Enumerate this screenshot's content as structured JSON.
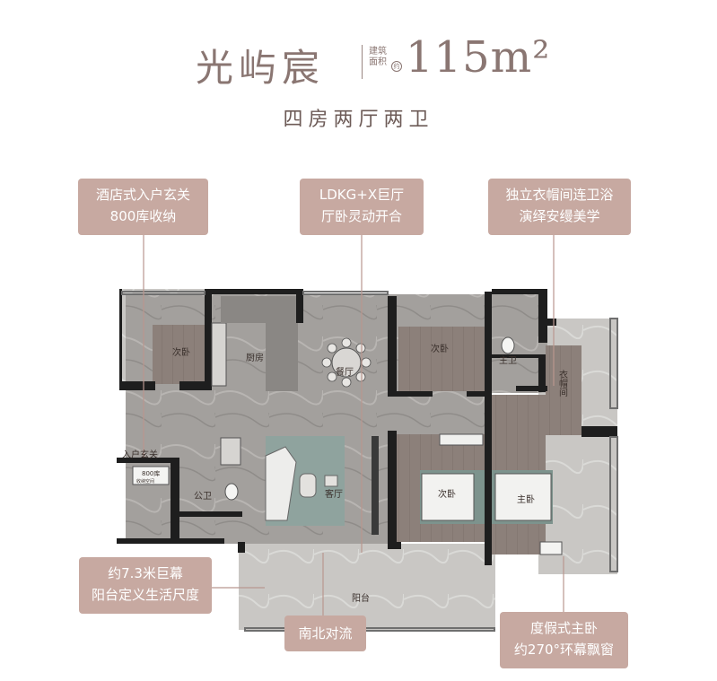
{
  "header": {
    "name": "光屿宸",
    "area_label": "建筑面积",
    "area_unit_mark": "约",
    "area_value": "115m²",
    "subtitle": "四房两厅两卫"
  },
  "callouts": {
    "entry": [
      "酒店式入户玄关",
      "800库收纳"
    ],
    "living": [
      "LDKG+X巨厅",
      "厅卧灵动开合"
    ],
    "closet": [
      "独立衣帽间连卫浴",
      "演绎安缦美学"
    ],
    "balcony": [
      "约7.3米巨幕",
      "阳台定义生活尺度"
    ],
    "airflow": [
      "南北对流"
    ],
    "master": [
      "度假式主卧",
      "约270°环幕飘窗"
    ]
  },
  "rooms": {
    "bedroom_left": "次卧",
    "kitchen": "厨房",
    "dining": "餐厅",
    "bedroom_mid": "次卧",
    "master_bath": "主卫",
    "closet": "衣帽间",
    "entry": "入户玄关",
    "storage": "800库",
    "storage_sub": "收纳空间",
    "public_bath": "公卫",
    "living": "客厅",
    "bedroom_right": "次卧",
    "master_bed": "主卧",
    "balcony": "阳台"
  },
  "colors": {
    "callout_bg": "#c7a9a1",
    "callout_text": "#ffffff",
    "floor_stone": "#9e9c99",
    "wall": "#1e1e1e",
    "rug": "#8fa39e",
    "wood_floor": "#8a7e78"
  }
}
